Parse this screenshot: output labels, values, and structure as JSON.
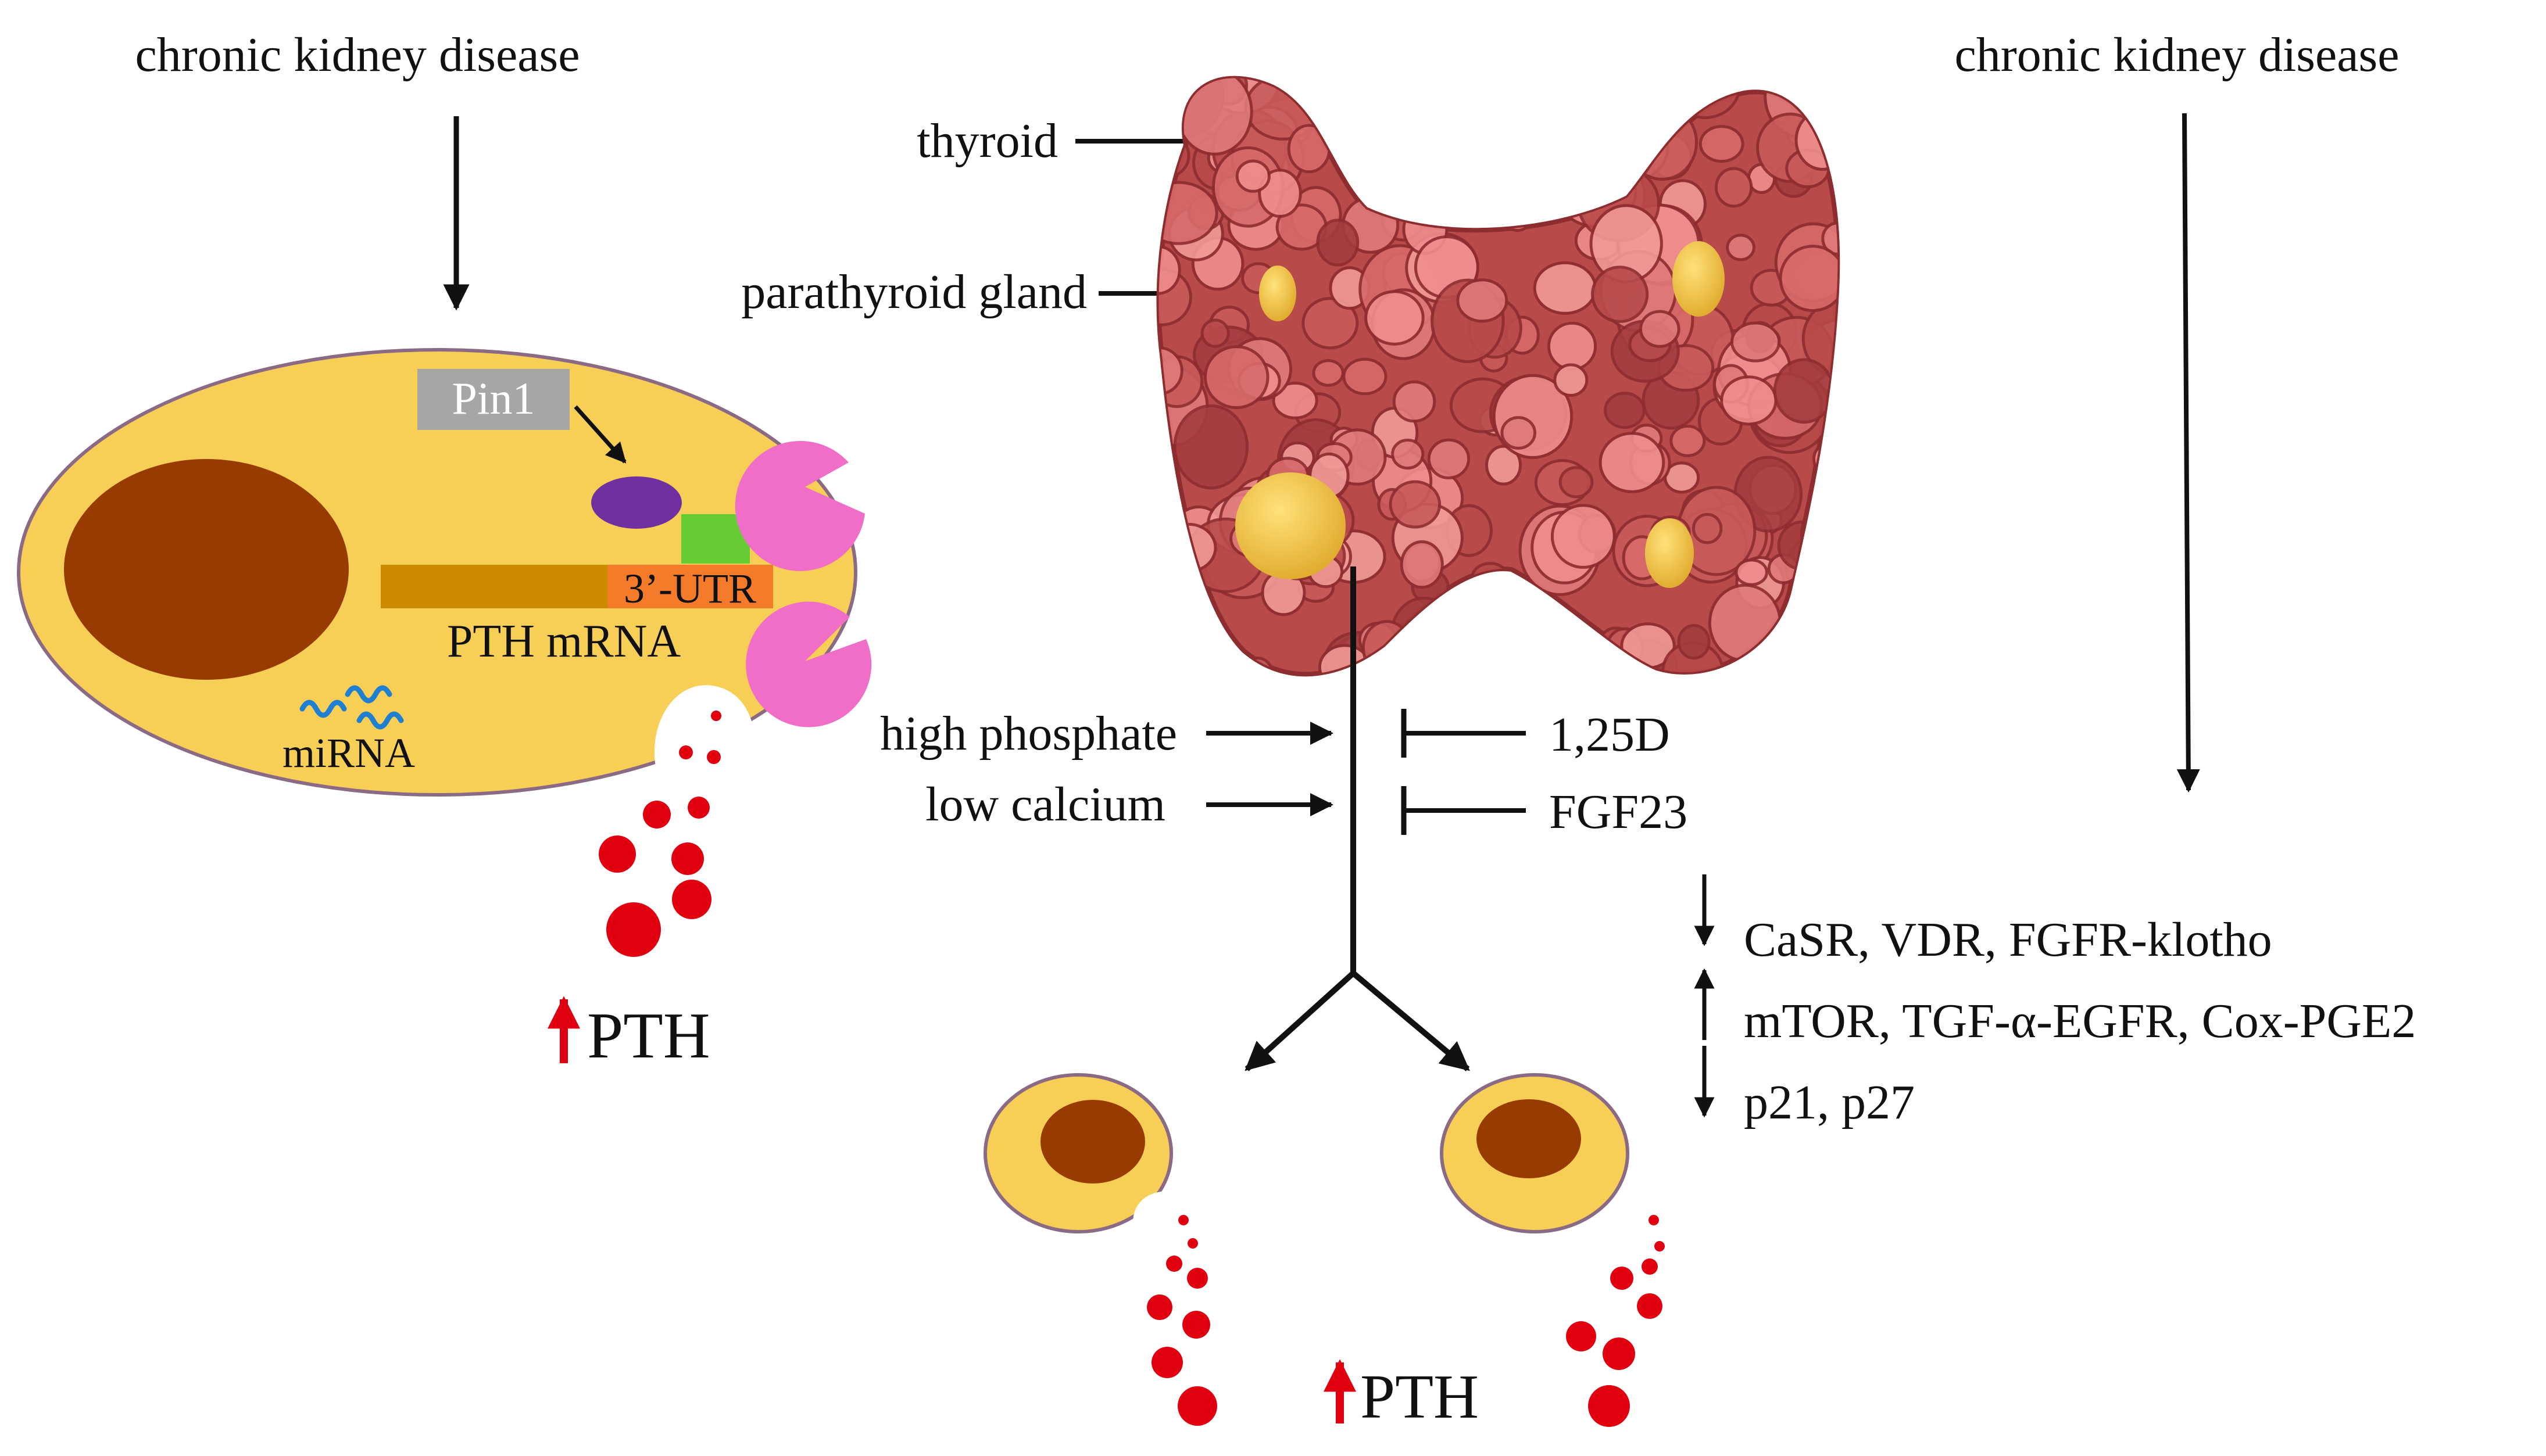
{
  "labels": {
    "ckd_left": "chronic kidney disease",
    "ckd_right": "chronic kidney disease",
    "thyroid": "thyroid",
    "parathyroid_gland": "parathyroid gland",
    "pin1": "Pin1",
    "utr": "3’-UTR",
    "pth_mrna": "PTH mRNA",
    "mirna": "miRNA",
    "pth_left": "PTH",
    "pth_bottom": "PTH",
    "high_phosphate": "high phosphate",
    "low_calcium": "low calcium",
    "vitd": "1,25D",
    "fgf23": "FGF23",
    "receptors_down": "CaSR, VDR, FGFR-klotho",
    "pathways_up": "mTOR, TGF-α-EGFR, Cox-PGE2",
    "p21_p27_down": "p21, p27"
  },
  "colors": {
    "cell_fill": "#f8cf56",
    "cell_stroke": "#8a6a85",
    "nucleus": "#973b00",
    "mrna_bar": "#cc8a00",
    "utr_box": "#f47b2a",
    "pin1_box": "#a6a6a6",
    "protein_purple": "#7030a0",
    "protein_green": "#66cc33",
    "protein_pink": "#f06ec8",
    "mirna_blue": "#1f7fd0",
    "pth_red": "#e00010",
    "thyroid_base": "#b84a4a",
    "thyroid_dark": "#8e2d30",
    "thyroid_light": "#e98585",
    "parathyroid": "#f5c542"
  }
}
